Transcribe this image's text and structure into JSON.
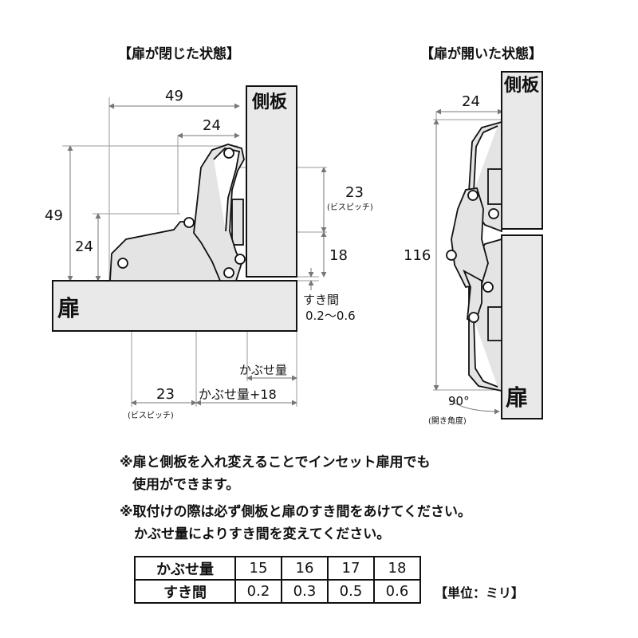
{
  "closed": {
    "title": "【扉が閉じた状態】",
    "side_label": "側板",
    "door_label": "扉",
    "dims": {
      "top_49": "49",
      "top_24": "24",
      "left_49": "49",
      "left_24": "24",
      "right_23": "23",
      "right_23_note": "(ビスピッチ)",
      "right_18": "18",
      "gap_label": "すき間",
      "gap_range": "0.2～0.6",
      "overlay_label": "かぶせ量",
      "bottom_23": "23",
      "bottom_23_note": "(ビスピッチ)",
      "bottom_overlay_18": "かぶせ量+18"
    }
  },
  "open": {
    "title": "【扉が開いた状態】",
    "side_label": "側板",
    "door_label": "扉",
    "dims": {
      "top_24": "24",
      "left_116": "116",
      "angle": "90°",
      "angle_note": "(開き角度)"
    }
  },
  "notes": [
    "※扉と側板を入れ変えることでインセット扉用でも",
    "使用ができます。",
    "※取付けの際は必ず側板と扉のすき間をあけてください。",
    "かぶせ量によりすき間を変えてください。"
  ],
  "table": {
    "row1_header": "かぶせ量",
    "row1_values": [
      "15",
      "16",
      "17",
      "18"
    ],
    "row2_header": "すき間",
    "row2_values": [
      "0.2",
      "0.3",
      "0.5",
      "0.6"
    ]
  },
  "unit": "【単位：ミリ】"
}
